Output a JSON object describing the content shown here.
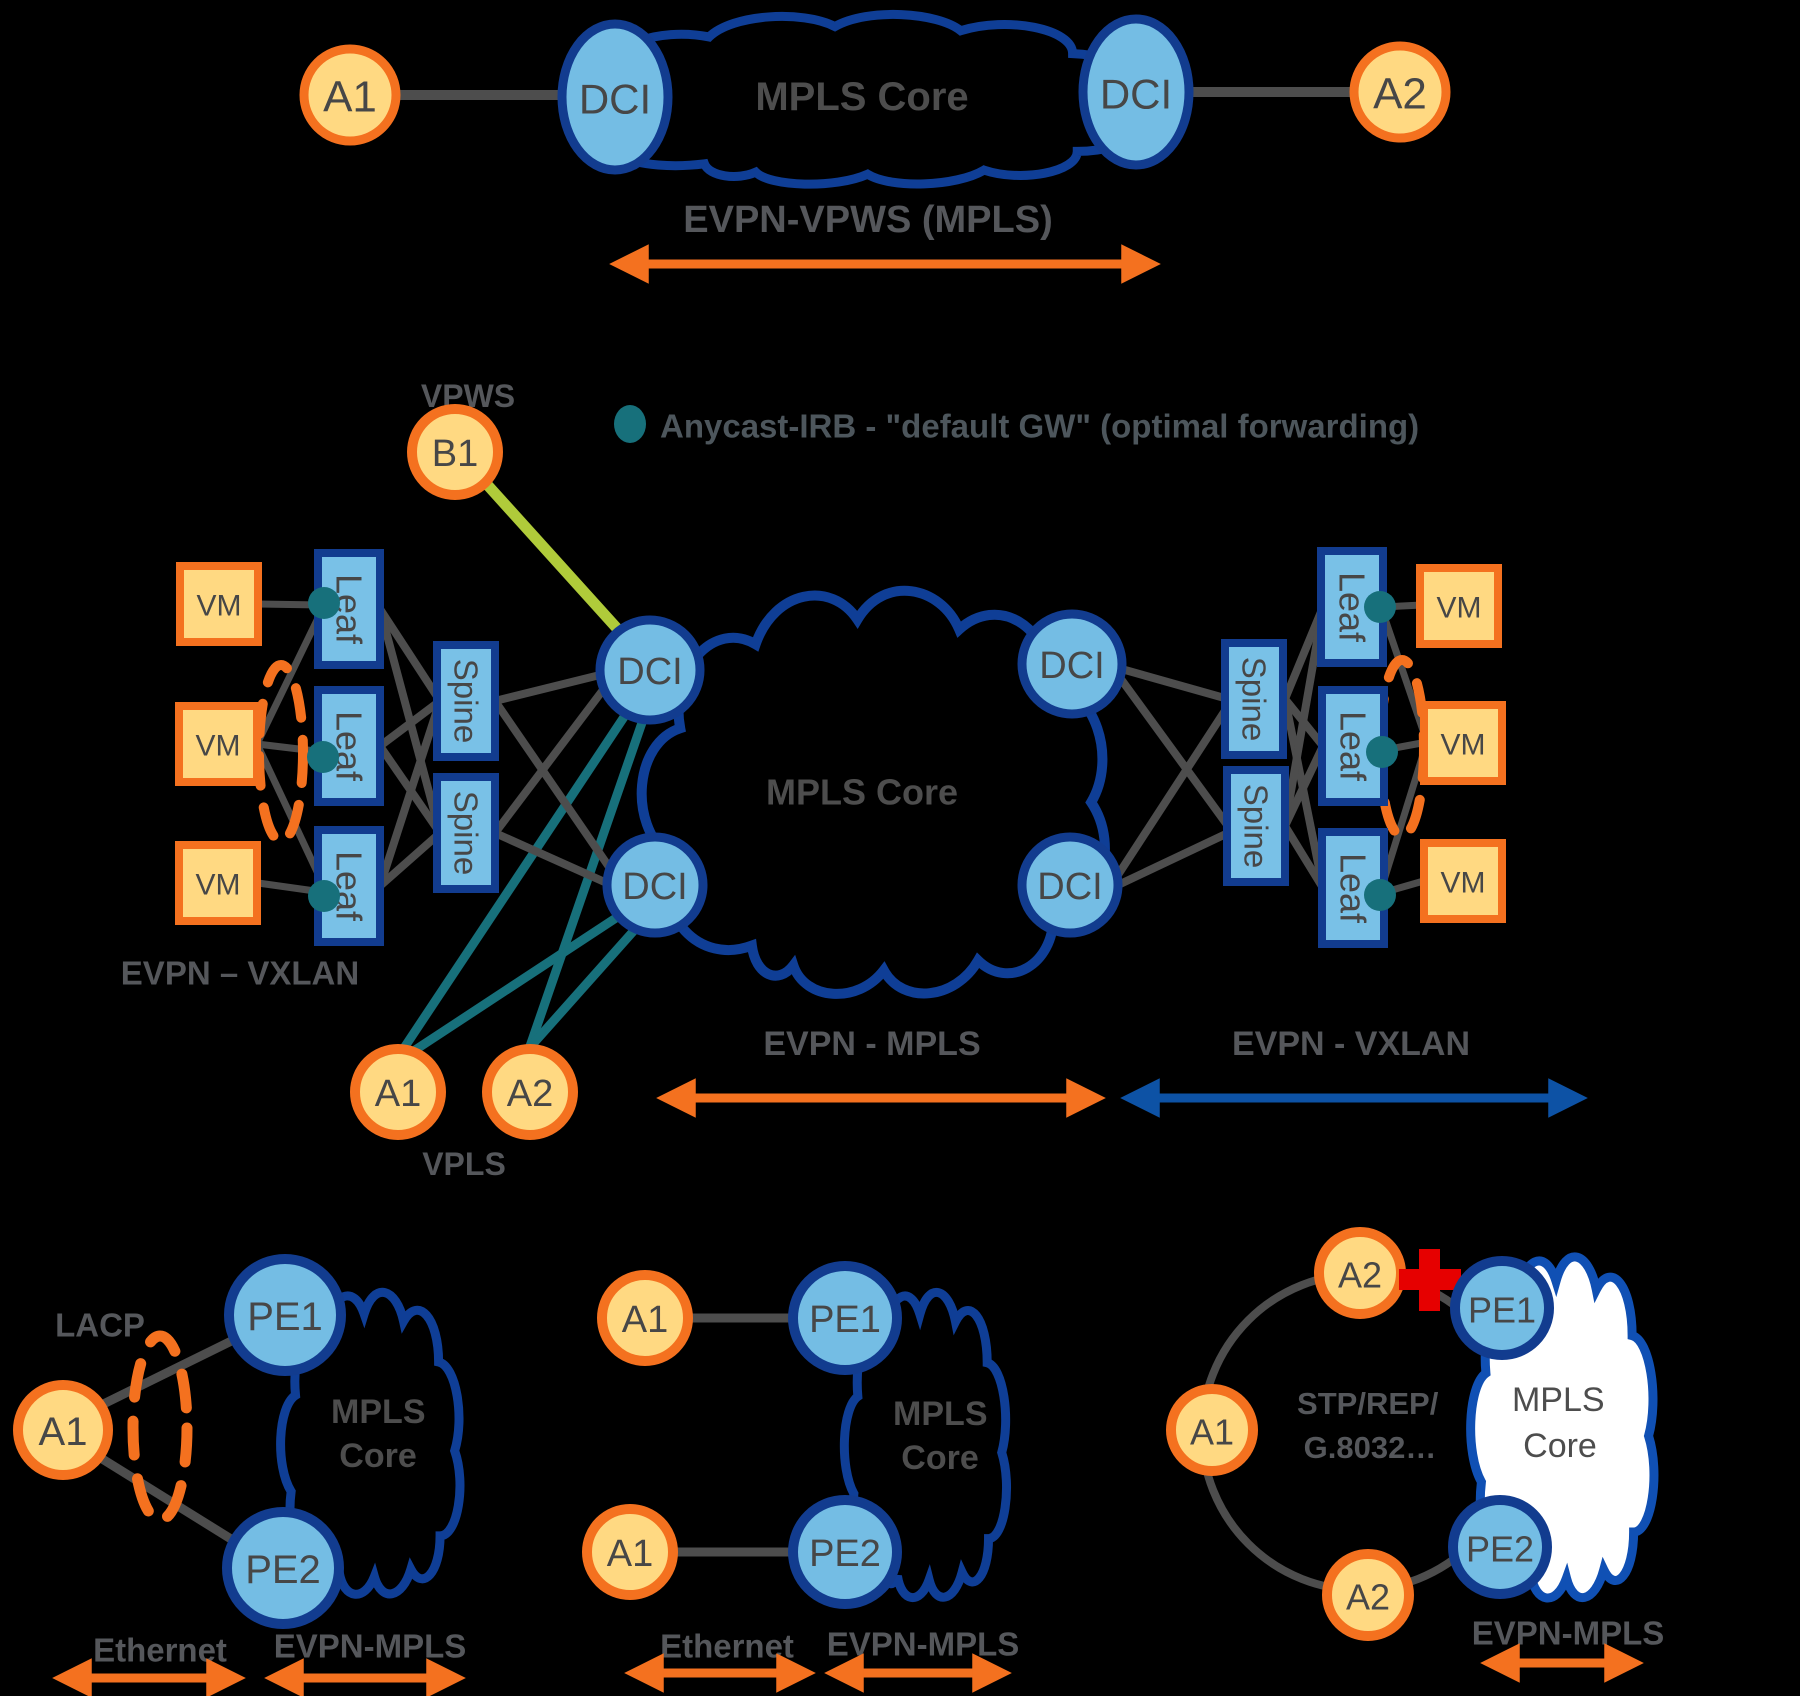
{
  "colors": {
    "background": "#000000",
    "node_fill_yellow": "#FFD982",
    "node_stroke_orange": "#F4711F",
    "node_fill_blue": "#74BDE4",
    "node_stroke_blue": "#123C8F",
    "cloud_stroke": "#0F3E96",
    "white_cloud_stroke": "#1050B4",
    "link_gray": "#4D4D4D",
    "link_teal": "#17707B",
    "link_green": "#B0CB3A",
    "arrow_orange": "#F4711F",
    "arrow_blue": "#0D52A5",
    "cross_red": "#E60000",
    "text_node": "#474747",
    "text_label": "#55575B"
  },
  "top_diagram": {
    "a1": "A1",
    "dci_left": "DCI",
    "cloud": "MPLS Core",
    "dci_right": "DCI",
    "a2": "A2",
    "caption": "EVPN-VPWS (MPLS)"
  },
  "legend": {
    "text": "Anycast-IRB - \"default GW\" (optimal forwarding)"
  },
  "main_diagram": {
    "vpws_label": "VPWS",
    "b1": "B1",
    "left_dc": {
      "vm": "VM",
      "leaf": "Leaf",
      "spine": "Spine",
      "label": "EVPN – VXLAN"
    },
    "dci": "DCI",
    "cloud": "MPLS Core",
    "right_dc": {
      "vm": "VM",
      "leaf": "Leaf",
      "spine": "Spine"
    },
    "vpls": {
      "a1": "A1",
      "a2": "A2",
      "label": "VPLS"
    },
    "span_evpn_mpls": "EVPN - MPLS",
    "span_evpn_vxlan": "EVPN - VXLAN"
  },
  "bottom_left": {
    "lacp": "LACP",
    "a1": "A1",
    "pe1": "PE1",
    "pe2": "PE2",
    "cloud_line1": "MPLS",
    "cloud_line2": "Core",
    "ethernet": "Ethernet",
    "evpn_mpls": "EVPN-MPLS"
  },
  "bottom_middle": {
    "a1_top": "A1",
    "a1_bottom": "A1",
    "pe1": "PE1",
    "pe2": "PE2",
    "cloud_line1": "MPLS",
    "cloud_line2": "Core",
    "ethernet": "Ethernet",
    "evpn_mpls": "EVPN-MPLS"
  },
  "bottom_right": {
    "a1": "A1",
    "a2_top": "A2",
    "a2_bottom": "A2",
    "pe1": "PE1",
    "pe2": "PE2",
    "ring_label1": "STP/REP/",
    "ring_label2": "G.8032…",
    "cloud_line1": "MPLS",
    "cloud_line2": "Core",
    "evpn_mpls": "EVPN-MPLS"
  }
}
